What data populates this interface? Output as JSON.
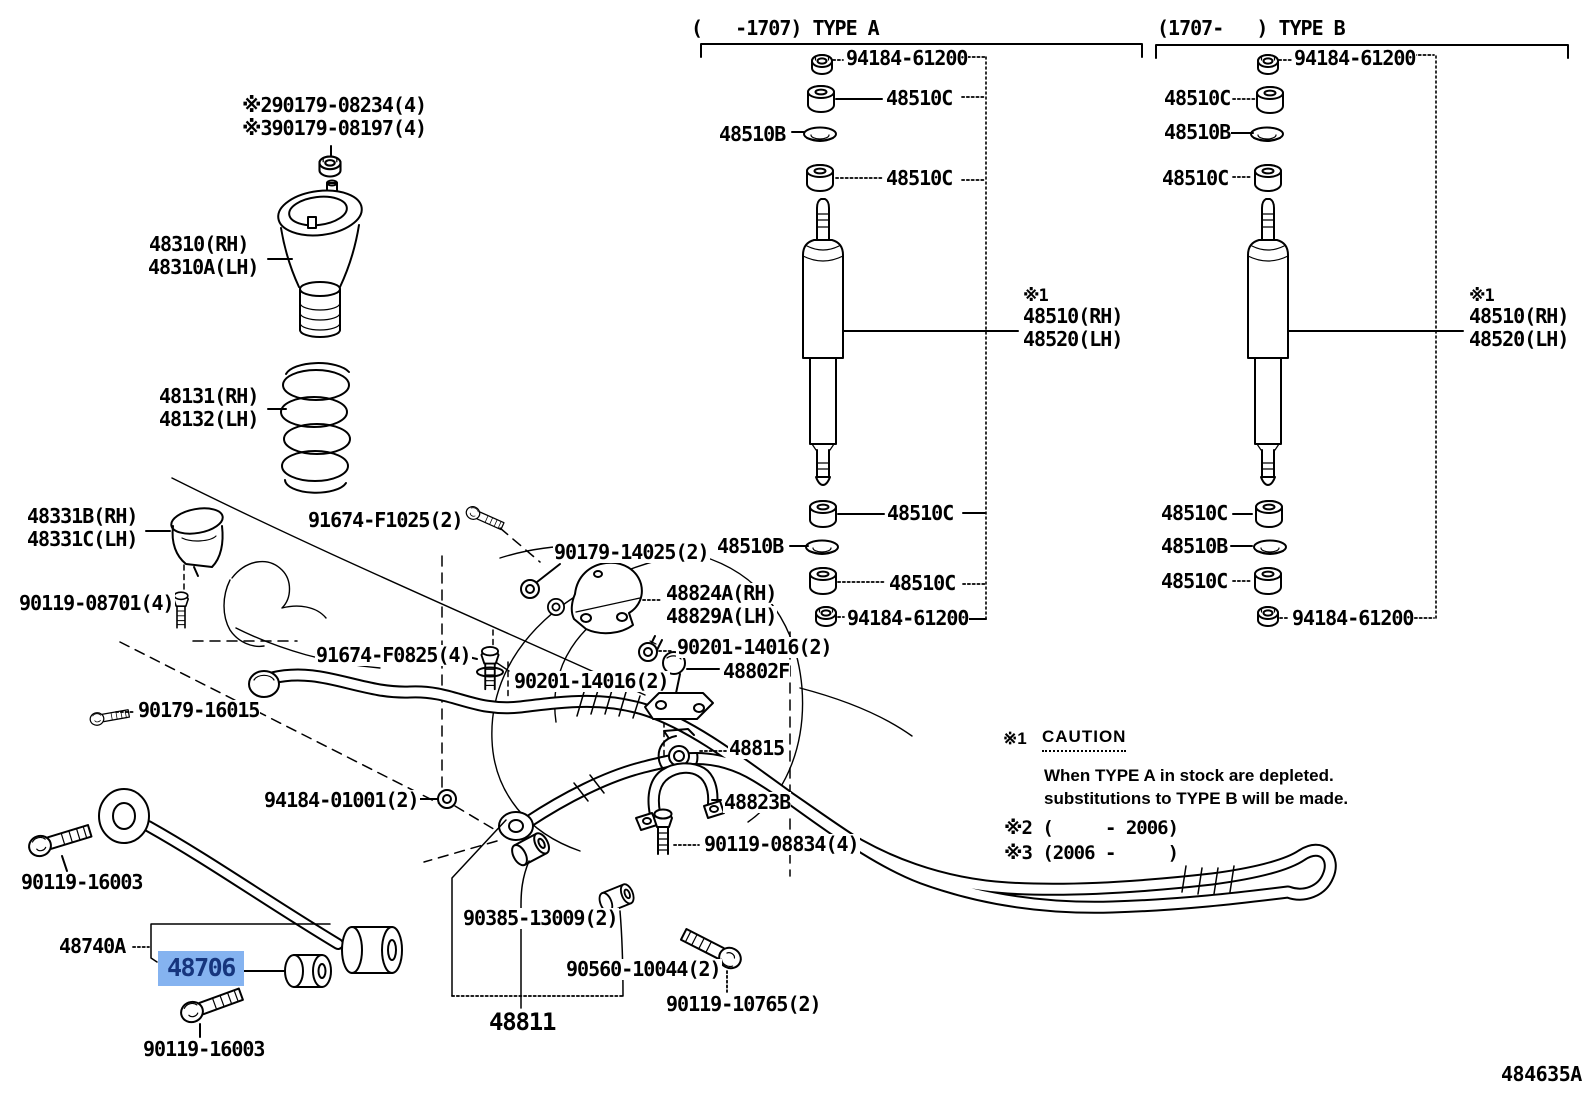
{
  "colors": {
    "background": "#ffffff",
    "line": "#000000",
    "highlight_bg": "#85b3f0",
    "highlight_text": "#16357d"
  },
  "headers": {
    "type_a": "(   -1707) TYPE A",
    "type_b": "(1707-   ) TYPE B"
  },
  "labels": {
    "nut": "94184-61200",
    "cushion": "48510C",
    "retainer": "48510B",
    "note1": "※1",
    "shock_rh": "48510(RH)",
    "shock_lh": "48520(LH)",
    "bolt_note_a": "※290179-08234(4)",
    "bolt_note_b": "※390179-08197(4)",
    "support_rh": "48310(RH)",
    "support_lh": "48310A(LH)",
    "spring_rh": "48131(RH)",
    "spring_lh": "48132(LH)",
    "bumper_rh": "48331B(RH)",
    "bumper_lh": "48331C(LH)",
    "p90119_08701": "90119-08701(4)",
    "p91674_F1025": "91674-F1025(2)",
    "p90179_14025": "90179-14025(2)",
    "bracket_rh": "48824A(RH)",
    "bracket_lh": "48829A(LH)",
    "p90201_14016": "90201-14016(2)",
    "p91674_F0825": "91674-F0825(4)",
    "p48802F": "48802F",
    "p90179_16015": "90179-16015",
    "p48815": "48815",
    "p94184_01001": "94184-01001(2)",
    "p48823B": "48823B",
    "p90119_08834": "90119-08834(4)",
    "p90119_16003": "90119-16003",
    "p48740A": "48740A",
    "p48706": "48706",
    "p90385_13009": "90385-13009(2)",
    "p90560_10044": "90560-10044(2)",
    "p48811": "48811",
    "p90119_10765": "90119-10765(2)"
  },
  "caution": {
    "num": "※1",
    "title": "CAUTION",
    "line1": "When TYPE A in stock are depleted.",
    "line2": "substitutions to TYPE B will be made.",
    "note2": "※2 (     - 2006)",
    "note3": "※3 (2006 -     )"
  },
  "figure_code": "484635A"
}
